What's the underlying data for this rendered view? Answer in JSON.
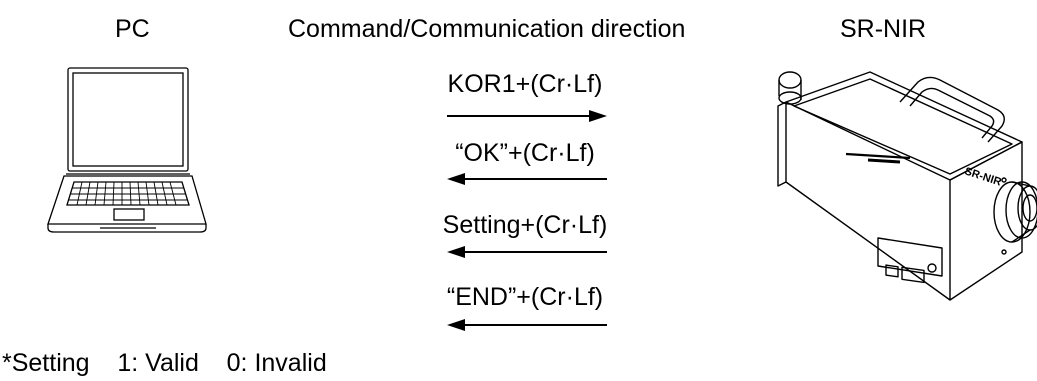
{
  "headers": {
    "pc": "PC",
    "direction": "Command/Communication direction",
    "device": "SR-NIR"
  },
  "messages": [
    {
      "text": "KOR1+(Cr·Lf)",
      "direction": "to-device"
    },
    {
      "text": "“OK”+(Cr·Lf)",
      "direction": "to-pc"
    },
    {
      "text": "Setting+(Cr·Lf)",
      "direction": "to-pc"
    },
    {
      "text": "“END”+(Cr·Lf)",
      "direction": "to-pc"
    }
  ],
  "note": "*Setting    1: Valid    0: Invalid",
  "device_logo_text": "SR-NIR"
}
